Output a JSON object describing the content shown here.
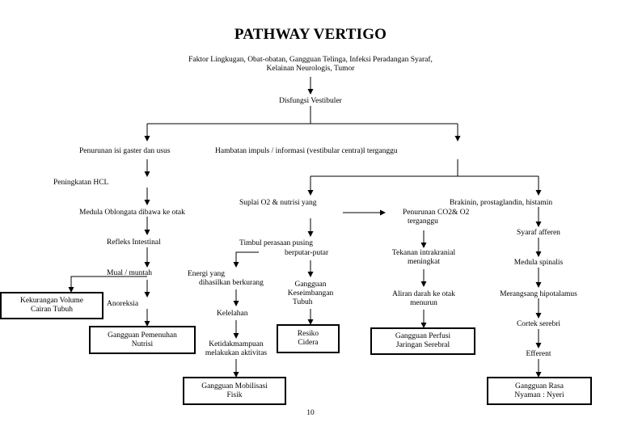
{
  "title": "PATHWAY VERTIGO",
  "nodes": {
    "cause_line1": "Faktor Lingkugan, Obat-obatan, Gangguan Telinga, Infeksi Peradangan Syaraf,",
    "cause_line2": "Kelainan Neurologis, Tumor",
    "disfungsi": "Disfungsi Vestibuler",
    "penurunan_gaster": "Penurunan isi gaster dan usus",
    "hambatan": "Hambatan impuls / informasi (vestibular centra)l terganggu",
    "peningkatan_hcl": "Peningkatan HCL",
    "medula_oblongata": "Medula Oblongata dibawa ke otak",
    "refleks_intestinal": "Refleks Intestinal",
    "mual": "Mual / muntah",
    "anoreksia": "Anoreksia",
    "suplai_o2": "Suplai O2 & nutrisi yang",
    "penurunan_co2_l1": "Penurunan CO2& O2",
    "penurunan_co2_l2": "terganggu",
    "brakinin": "Brakinin, prostaglandin, histamin",
    "timbul_l1": "Timbul perasaan pusing",
    "timbul_l2": "berputar-putar",
    "energi_l1": "Energi yang",
    "energi_l2": "dihasilkan berkurang",
    "gangguan_keseimbangan_l1": "Gangguan",
    "gangguan_keseimbangan_l2": "Keseimbangan",
    "gangguan_keseimbangan_l3": "Tubuh",
    "kelelahan": "Kelelahan",
    "ketidakmampuan_l1": "Ketidakmampuan",
    "ketidakmampuan_l2": "melakukan aktivitas",
    "tekanan_l1": "Tekanan intrakranial",
    "tekanan_l2": "meningkat",
    "aliran_l1": "Aliran darah ke otak",
    "aliran_l2": "menurun",
    "syaraf_afferen": "Syaraf afferen",
    "medula_spinalis": "Medula spinalis",
    "merangsang": "Merangsang hipotalamus",
    "cortek": "Cortek serebri",
    "efferent": "Efferent"
  },
  "diagnoses": {
    "kekurangan_l1": "Kekurangan Volume",
    "kekurangan_l2": "Cairan Tubuh",
    "nutrisi_l1": "Gangguan Pemenuhan",
    "nutrisi_l2": "Nutrisi",
    "resiko_l1": "Resiko",
    "resiko_l2": "Cidera",
    "perfusi_l1": "Gangguan Perfusi",
    "perfusi_l2": "Jaringan Serebral",
    "mobilisasi_l1": "Gangguan Mobilisasi",
    "mobilisasi_l2": "Fisik",
    "nyeri_l1": "Gangguan Rasa",
    "nyeri_l2": "Nyaman : Nyeri"
  },
  "page_number": "10"
}
